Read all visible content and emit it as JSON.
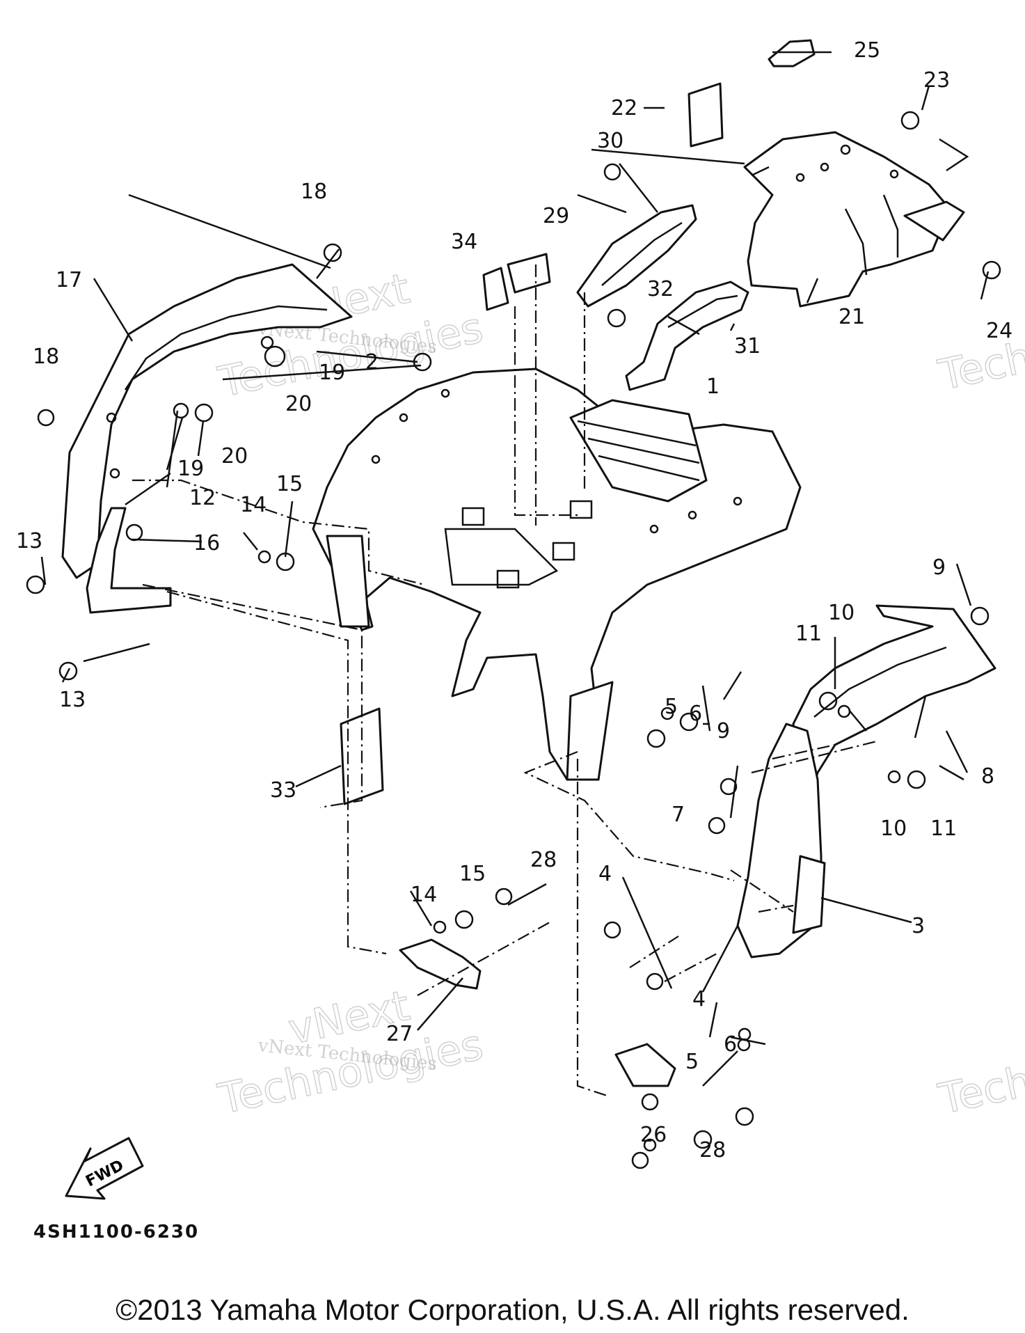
{
  "diagram": {
    "code": "4SH1100-6230",
    "copyright": "©2013 Yamaha Motor Corporation, U.S.A. All rights reserved.",
    "fwd_label": "FWD",
    "watermark_small": "vNext Technologies",
    "watermark_big_1": "vNext",
    "watermark_big_2": "Technologies",
    "callouts": [
      "1",
      "2",
      "3",
      "4",
      "4",
      "5",
      "5",
      "6",
      "6",
      "7",
      "8",
      "9",
      "9",
      "10",
      "10",
      "11",
      "11",
      "12",
      "13",
      "13",
      "14",
      "14",
      "15",
      "15",
      "16",
      "17",
      "18",
      "18",
      "19",
      "19",
      "20",
      "20",
      "21",
      "22",
      "23",
      "24",
      "25",
      "26",
      "27",
      "28",
      "28",
      "29",
      "30",
      "31",
      "32",
      "33",
      "34"
    ]
  }
}
